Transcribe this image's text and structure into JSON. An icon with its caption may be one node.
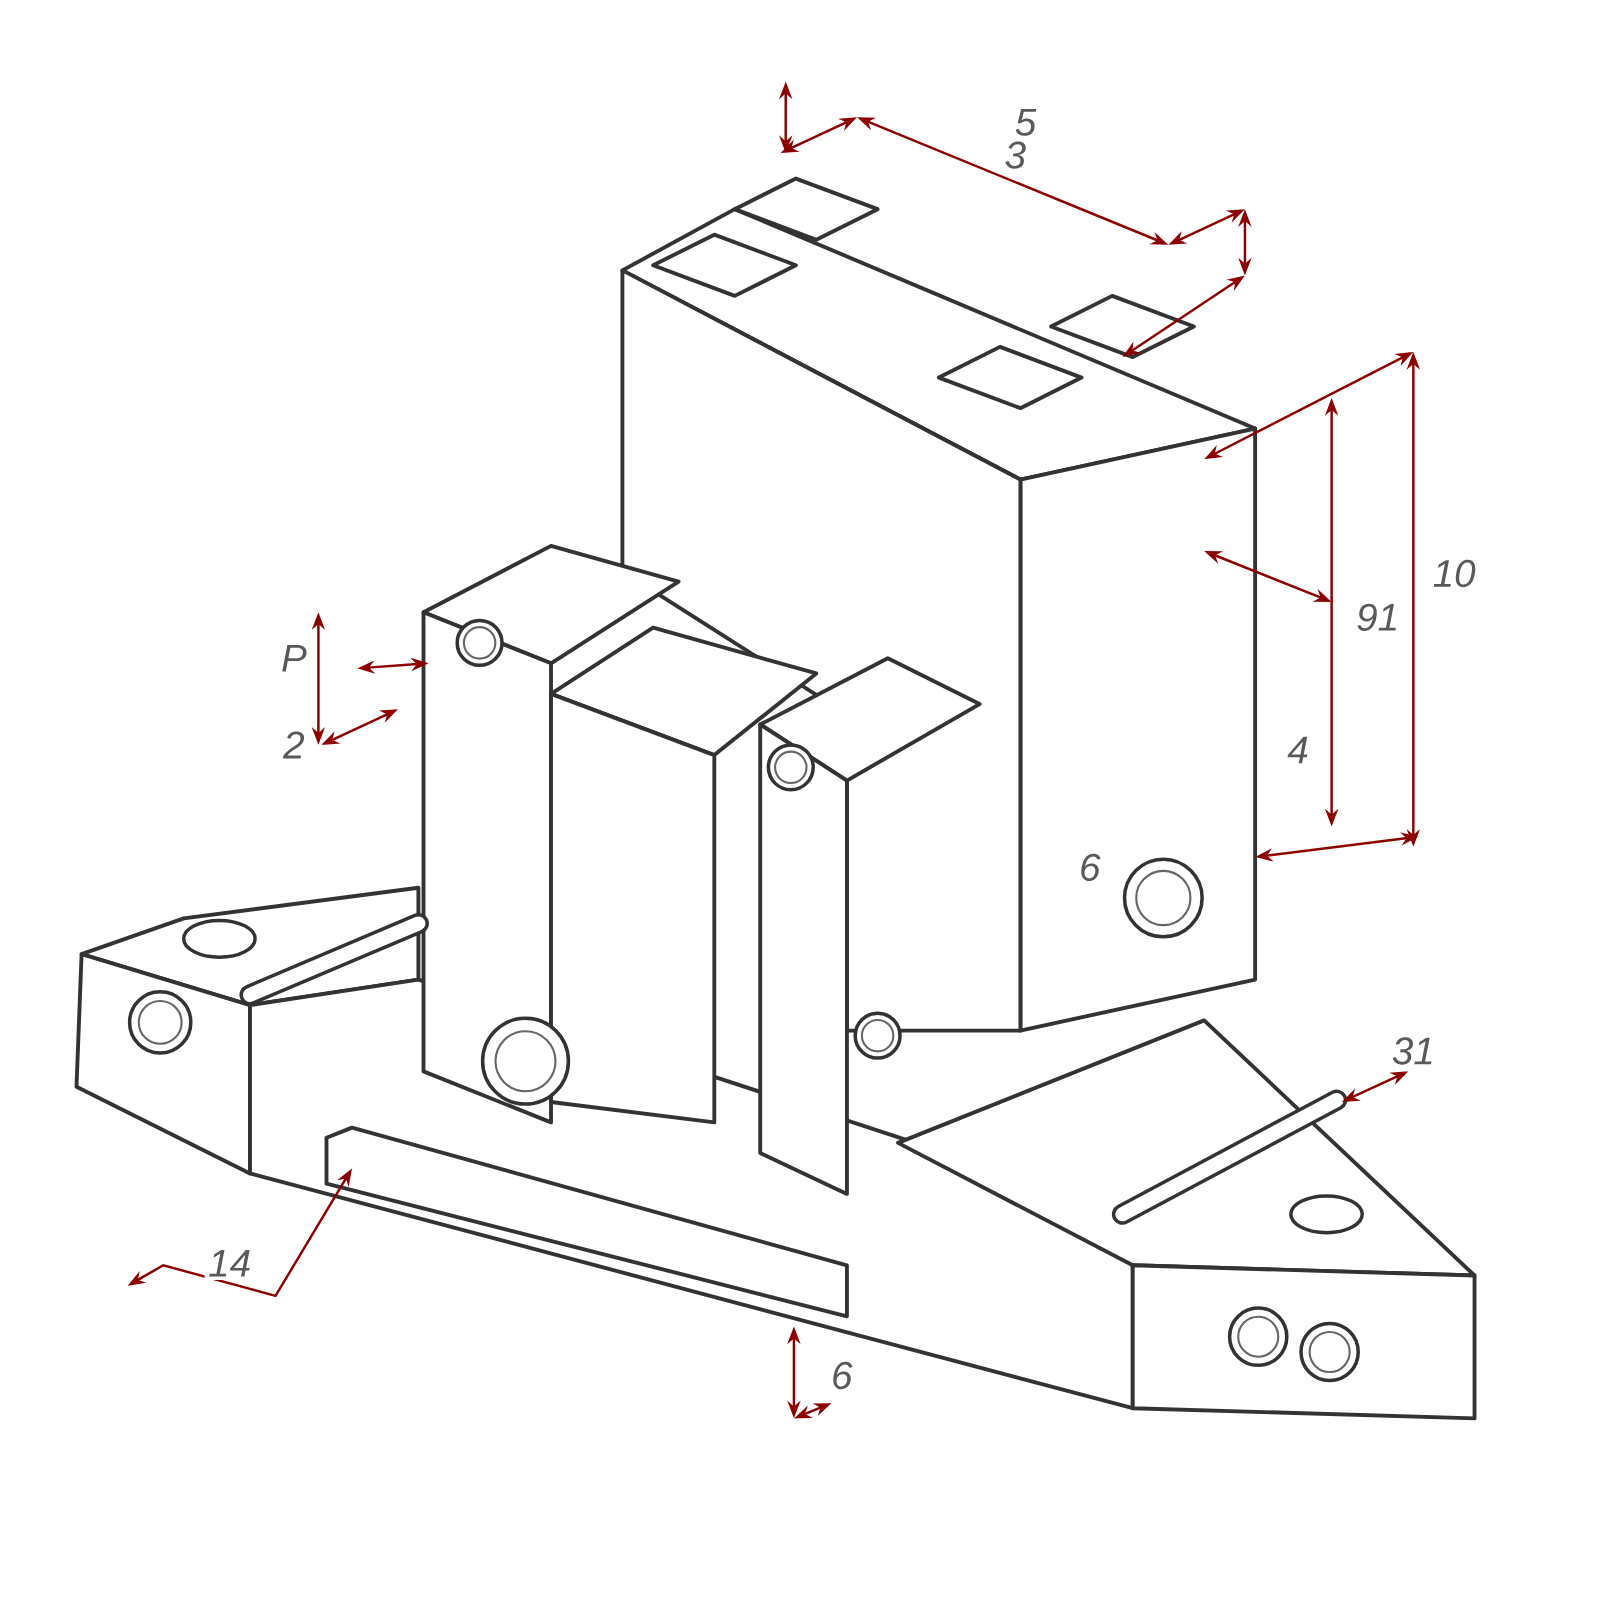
{
  "diagram": {
    "labels": [
      "5",
      "3",
      "P",
      "10",
      "91",
      "2",
      "4",
      "6",
      "31",
      "14",
      "6"
    ]
  }
}
